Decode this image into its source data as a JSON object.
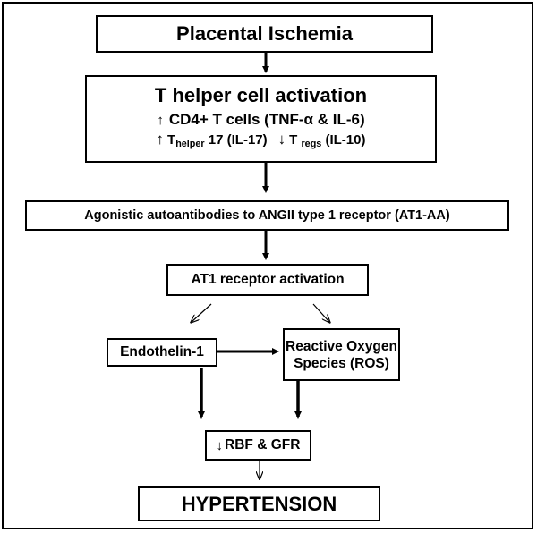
{
  "diagram": {
    "placental_ischemia": "Placental Ischemia",
    "t_helper": {
      "title": "T helper cell activation",
      "cd4_line": "CD4+ T cells (TNF-α & IL-6)",
      "th17_prefix": "T",
      "th17_sub": "helper",
      "th17_suffix": "17 (IL-17)",
      "treg_prefix": "T",
      "treg_sub": "regs",
      "treg_suffix": "(IL-10)"
    },
    "at1_aa": "Agonistic autoantibodies to ANGII type 1 receptor (AT1-AA)",
    "at1_activation": "AT1 receptor activation",
    "endothelin": "Endothelin-1",
    "ros_line1": "Reactive Oxygen",
    "ros_line2": "Species (ROS)",
    "rbf_gfr": "RBF & GFR",
    "hypertension": "HYPERTENSION"
  }
}
